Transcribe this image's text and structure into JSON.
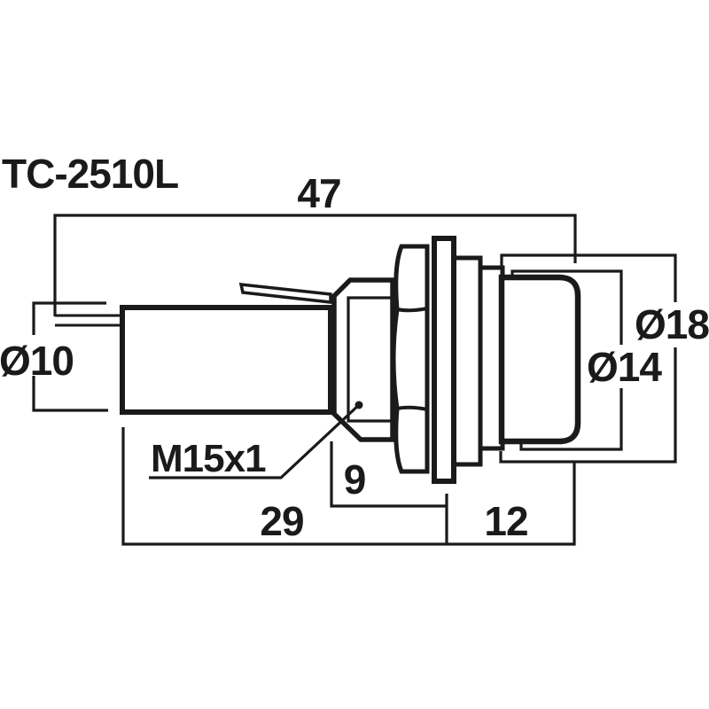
{
  "drawing": {
    "model": "TC-2510L",
    "type": "dimensioned-side-view",
    "labels": {
      "total_length": "47",
      "body_diameter": "Ø10",
      "collar_diameter": "Ø18",
      "button_diameter": "Ø14",
      "thread_spec": "M15x1",
      "thread_length": "9",
      "body_length": "29",
      "front_length": "12"
    },
    "colors": {
      "line": "#1a1a1a",
      "background": "#ffffff"
    }
  }
}
